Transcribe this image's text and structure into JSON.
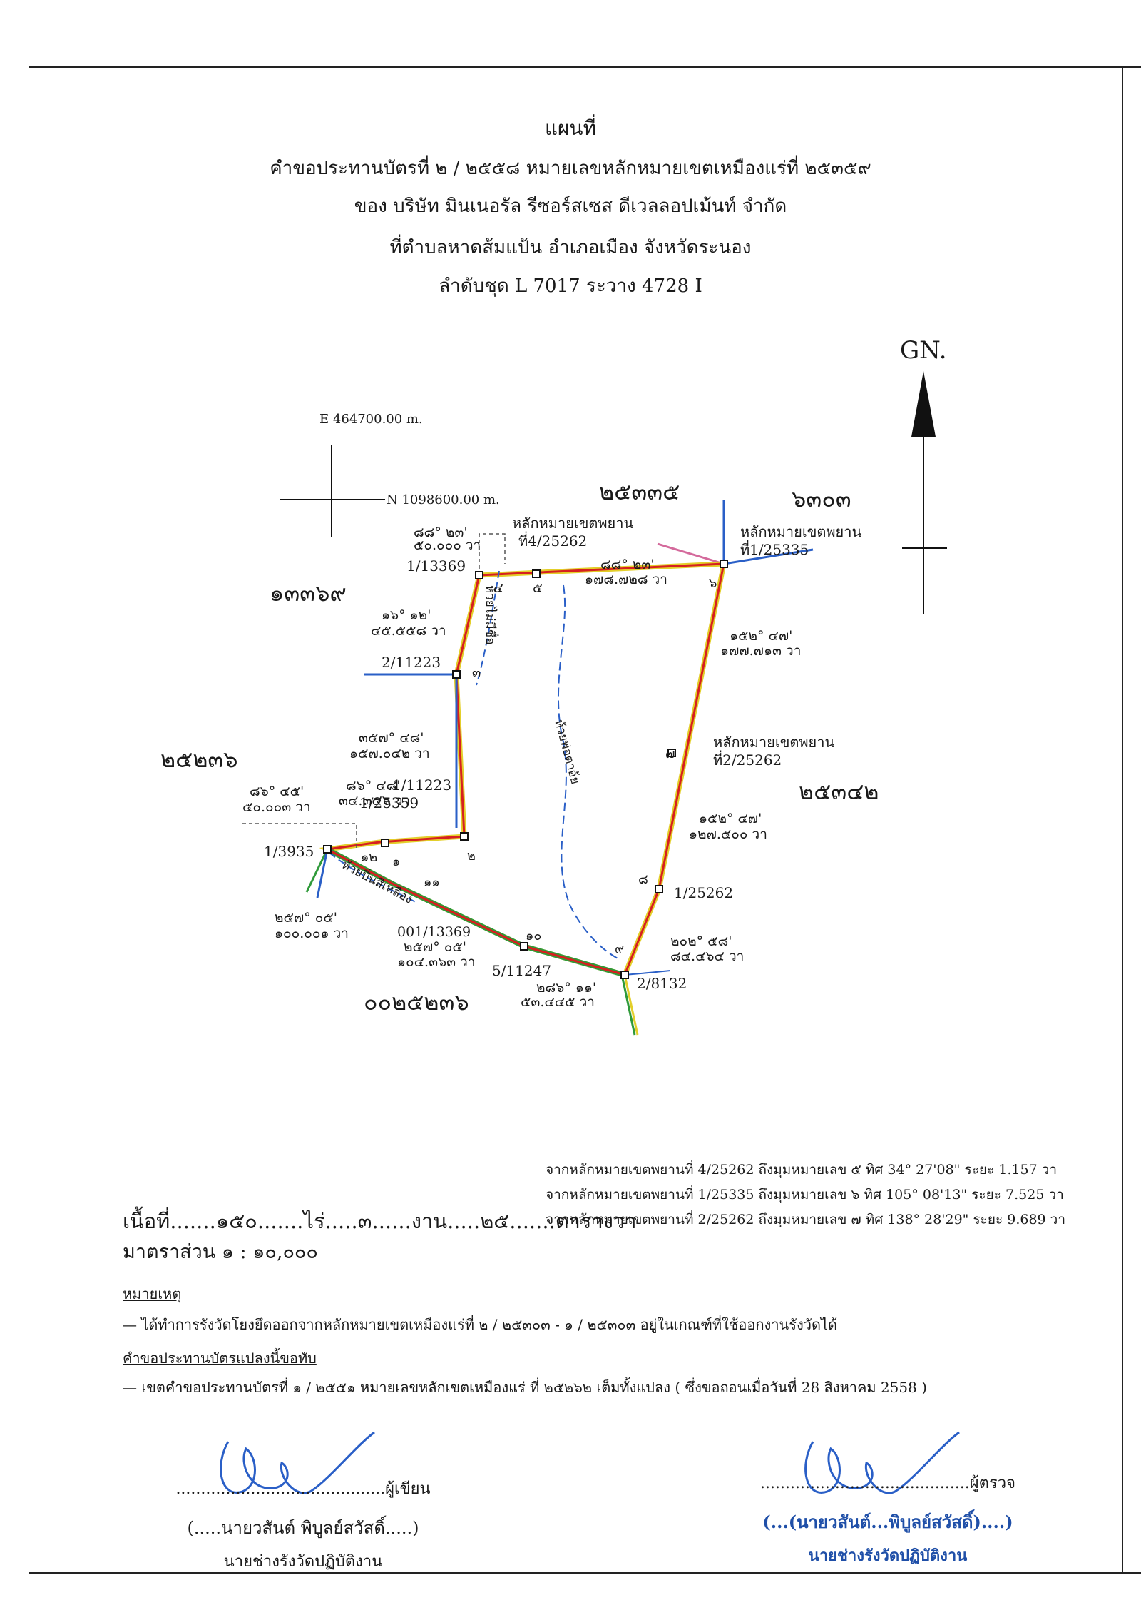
{
  "header": {
    "title": "แผนที่",
    "line1": "คำขอประทานบัตรที่ ๒ / ๒๕๕๘ หมายเลขหลักหมายเขตเหมืองแร่ที่ ๒๕๓๕๙",
    "line2": "ของ บริษัท มินเนอรัล รีซอร์สเซส ดีเวลลอปเม้นท์  จำกัด",
    "line3": "ที่ตำบลหาดส้มแป้น  อำเภอเมือง  จังหวัดระนอง",
    "line4": "ลำดับชุด L 7017  ระวาง  4728  I"
  },
  "map": {
    "north_label": "GN.",
    "easting": "E 464700.00 m.",
    "northing": "N 1098600.00 m.",
    "parcels": [
      "๒๕๓๓๕",
      "๖๓๐๓",
      "๑๓๓๖๙",
      "๒๕๒๓๖",
      "๒๕๓๔๒",
      "๐๐๒๕๒๓๖"
    ],
    "points": [
      "1/13369",
      "2/11223",
      "1/11223",
      "1/25359",
      "1/3935",
      "001/13369",
      "5/11247",
      "2/8132",
      "1/25262",
      "หลักหมายเขตพยาน",
      "ที่4/25262",
      "หลักหมายเขตพยาน",
      "ที่1/25335",
      "หลักหมายเขตพยาน",
      "ที่2/25262"
    ],
    "corner_numbers": [
      "๑",
      "๒",
      "๓",
      "๔",
      "๕",
      "๖",
      "๗",
      "๘",
      "๙",
      "๑๐",
      "๑๑",
      "๑๒"
    ],
    "bearings": [
      {
        "bearing": "๘๘° ๒๓'",
        "distance": "๕๐.๐๐๐ วา"
      },
      {
        "bearing": "๘๘° ๒๓'",
        "distance": "๑๗๘.๗๒๘ วา"
      },
      {
        "bearing": "๑๖° ๑๒'",
        "distance": "๔๕.๕๕๘ วา"
      },
      {
        "bearing": "๑๕๒° ๔๗'",
        "distance": "๑๗๗.๗๑๓ วา"
      },
      {
        "bearing": "๓๕๗° ๔๘'",
        "distance": "๑๕๗.๐๔๒ วา"
      },
      {
        "bearing": "๘๖° ๔๕'",
        "distance": "๕๐.๐๐๓ วา"
      },
      {
        "bearing": "๘๖° ๔๘'",
        "distance": "๓๔.๓๕๖ วา"
      },
      {
        "bearing": "๑๕๒° ๔๗'",
        "distance": "๑๒๗.๕๐๐ วา"
      },
      {
        "bearing": "๒๕๗° ๐๕'",
        "distance": "๑๐๐.๐๐๑ วา"
      },
      {
        "bearing": "๒๕๗° ๐๕'",
        "distance": "๑๐๔.๓๖๓ วา"
      },
      {
        "bearing": "๒๘๖° ๑๑'",
        "distance": "๕๓.๔๔๕ วา"
      },
      {
        "bearing": "๒๐๒° ๕๘'",
        "distance": "๘๔.๔๖๔ วา"
      }
    ],
    "streams": [
      "ห้วยไม่มีชื่อ",
      "ห้วยพ่อตาอ้ย",
      "ห้วยปิ่นสีเหลือง"
    ],
    "colors": {
      "boundary": "#d62020",
      "blue": "#2a5fc7",
      "yellow": "#e3cf2a",
      "green": "#2f9a3a",
      "pink": "#d46a9c"
    }
  },
  "witness_refs": [
    "จากหลักหมายเขตพยานที่ 4/25262  ถึงมุมหมายเลข ๕ ทิศ  34° 27'08\" ระยะ 1.157 วา",
    "จากหลักหมายเขตพยานที่ 1/25335  ถึงมุมหมายเลข ๖ ทิศ  105° 08'13\" ระยะ 7.525 วา",
    "จากหลักหมายเขตพยานที่ 2/25262  ถึงมุมหมายเลข ๗ ทิศ  138° 28'29\" ระยะ 9.689 วา"
  ],
  "area": {
    "label": "เนื้อที่",
    "rai": "๑๕๐",
    "rai_unit": "ไร่",
    "ngan": "๓",
    "ngan_unit": "งาน",
    "wa": "๒๕",
    "wa_unit": "ตารางวา"
  },
  "scale": "มาตราส่วน ๑ : ๑๐,๐๐๐",
  "remarks": {
    "title": "หมายเหตุ",
    "line1": "— ได้ทำการรังวัดโยงยึดออกจากหลักหมายเขตเหมืองแร่ที่ ๒ / ๒๕๓๐๓ - ๑ / ๒๕๓๐๓ อยู่ในเกณฑ์ที่ใช้ออกงานรังวัดได้",
    "overlap_title": "คำขอประทานบัตรแปลงนี้ขอทับ",
    "line2": "—  เขตคำขอประทานบัตรที่ ๑ / ๒๕๕๑ หมายเลขหลักเขตเหมืองแร่ ที่ ๒๕๒๖๒ เต็มทั้งแปลง ( ซึ่งขอถอนเมื่อวันที่ 28 สิงหาคม 2558 )"
  },
  "signatures": {
    "writer": {
      "role": "ผู้เขียน",
      "name": "(.....นายวสันต์  พิบูลย์สวัสดิ์.....)",
      "position": "นายช่างรังวัดปฏิบัติงาน"
    },
    "checker": {
      "role": "ผู้ตรวจ",
      "name": "(...(นายวสันต์...พิบูลย์สวัสดิ์)....)",
      "position": "นายช่างรังวัดปฏิบัติงาน"
    }
  }
}
